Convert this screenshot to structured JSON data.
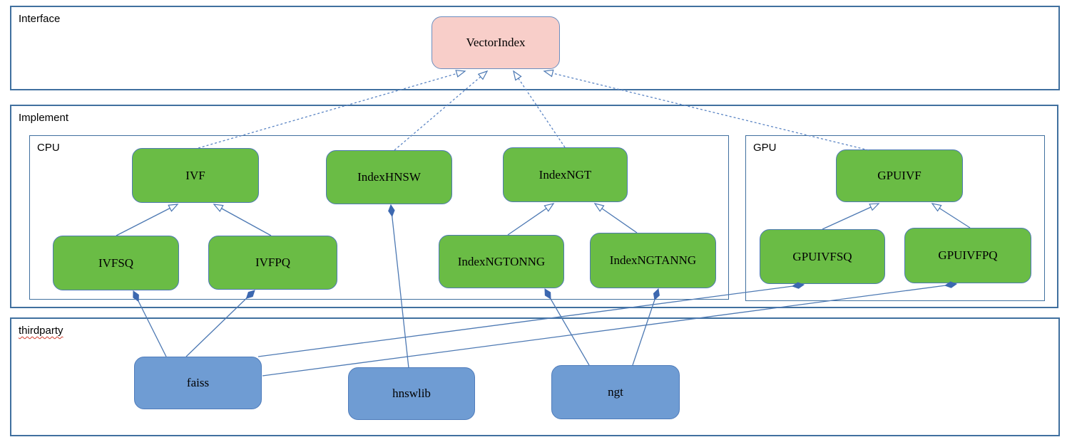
{
  "diagram": {
    "containers": {
      "interface": {
        "label": "Interface"
      },
      "implement": {
        "label": "Implement"
      },
      "cpu": {
        "label": "CPU"
      },
      "gpu": {
        "label": "GPU"
      },
      "thirdparty": {
        "label": "thirdparty"
      }
    },
    "nodes": {
      "vectorindex": {
        "label": "VectorIndex",
        "kind": "interface"
      },
      "ivf": {
        "label": "IVF",
        "kind": "implementation"
      },
      "indexhnsw": {
        "label": "IndexHNSW",
        "kind": "implementation"
      },
      "indexngt": {
        "label": "IndexNGT",
        "kind": "implementation"
      },
      "ivfsq": {
        "label": "IVFSQ",
        "kind": "implementation"
      },
      "ivfpq": {
        "label": "IVFPQ",
        "kind": "implementation"
      },
      "indexngtonng": {
        "label": "IndexNGTONNG",
        "kind": "implementation"
      },
      "indexngtanng": {
        "label": "IndexNGTANNG",
        "kind": "implementation"
      },
      "gpuivf": {
        "label": "GPUIVF",
        "kind": "implementation"
      },
      "gpuivfsq": {
        "label": "GPUIVFSQ",
        "kind": "implementation"
      },
      "gpuivfpq": {
        "label": "GPUIVFPQ",
        "kind": "implementation"
      },
      "faiss": {
        "label": "faiss",
        "kind": "thirdparty"
      },
      "hnswlib": {
        "label": "hnswlib",
        "kind": "thirdparty"
      },
      "ngt": {
        "label": "ngt",
        "kind": "thirdparty"
      }
    },
    "edges": [
      {
        "from": "ivf",
        "to": "vectorindex",
        "type": "realization"
      },
      {
        "from": "indexhnsw",
        "to": "vectorindex",
        "type": "realization"
      },
      {
        "from": "indexngt",
        "to": "vectorindex",
        "type": "realization"
      },
      {
        "from": "gpuivf",
        "to": "vectorindex",
        "type": "realization"
      },
      {
        "from": "ivfsq",
        "to": "ivf",
        "type": "inheritance"
      },
      {
        "from": "ivfpq",
        "to": "ivf",
        "type": "inheritance"
      },
      {
        "from": "indexngtonng",
        "to": "indexngt",
        "type": "inheritance"
      },
      {
        "from": "indexngtanng",
        "to": "indexngt",
        "type": "inheritance"
      },
      {
        "from": "gpuivfsq",
        "to": "gpuivf",
        "type": "inheritance"
      },
      {
        "from": "gpuivfpq",
        "to": "gpuivf",
        "type": "inheritance"
      },
      {
        "from": "faiss",
        "to": "ivfsq",
        "type": "composition"
      },
      {
        "from": "faiss",
        "to": "ivfpq",
        "type": "composition"
      },
      {
        "from": "faiss",
        "to": "gpuivfsq",
        "type": "composition"
      },
      {
        "from": "faiss",
        "to": "gpuivfpq",
        "type": "composition"
      },
      {
        "from": "hnswlib",
        "to": "indexhnsw",
        "type": "composition"
      },
      {
        "from": "ngt",
        "to": "indexngtonng",
        "type": "composition"
      },
      {
        "from": "ngt",
        "to": "indexngtanng",
        "type": "composition"
      }
    ],
    "colors": {
      "interface_fill": "#f8cec9",
      "interface_border": "#6c8ebf",
      "implementation_fill": "#6abc45",
      "thirdparty_fill": "#6f9cd3",
      "thirdparty_border": "#4f7cbb",
      "node_border": "#4d79b3",
      "container_border": "#40709f",
      "edge_solid": "#4d79b3",
      "edge_dashed": "#5b85c4",
      "diamond_fill": "#3c68b0",
      "squiggle": "#d03a2b"
    }
  }
}
